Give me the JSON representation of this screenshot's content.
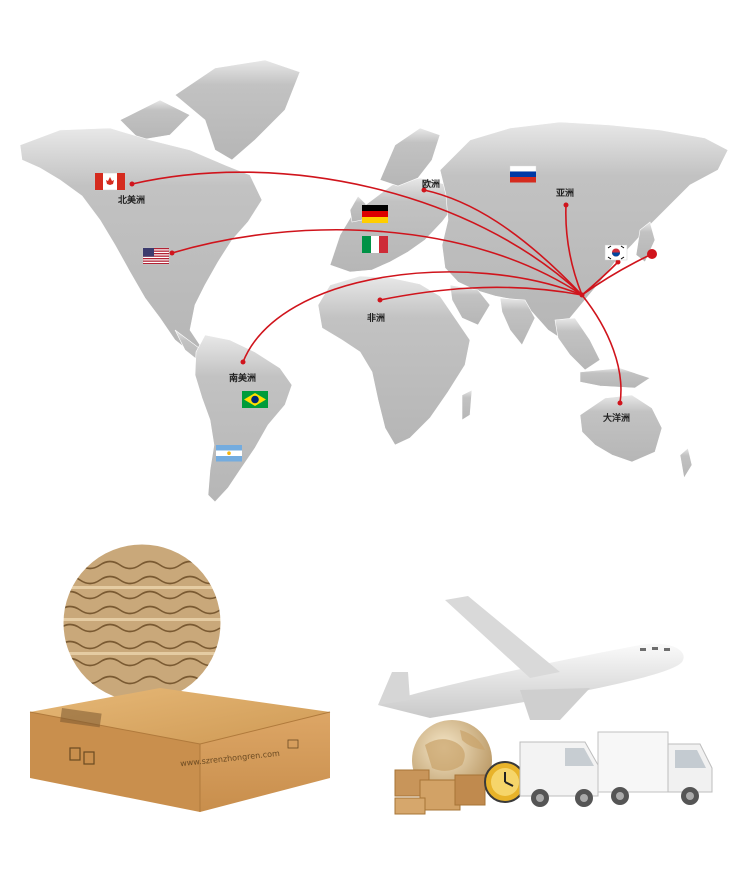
{
  "map": {
    "regions": {
      "north_america": "北美洲",
      "europe": "欧洲",
      "asia": "亚洲",
      "africa": "非洲",
      "south_america": "南美洲",
      "oceania": "大洋洲"
    },
    "route_color": "#d0141c",
    "land_color": "#b9b9b9",
    "flags": [
      "canada-flag-icon",
      "usa-flag-icon",
      "germany-flag-icon",
      "italy-flag-icon",
      "russia-flag-icon",
      "korea-flag-icon",
      "japan-flag-icon",
      "brazil-flag-icon",
      "argentina-flag-icon"
    ]
  },
  "carton": {
    "url": "www.szrenzhongren.com",
    "color": "#d9a45f"
  },
  "shipping_icons": [
    "airplane-icon",
    "globe-icon",
    "van-icon",
    "truck-icon",
    "parcel-icon",
    "clock-icon"
  ]
}
